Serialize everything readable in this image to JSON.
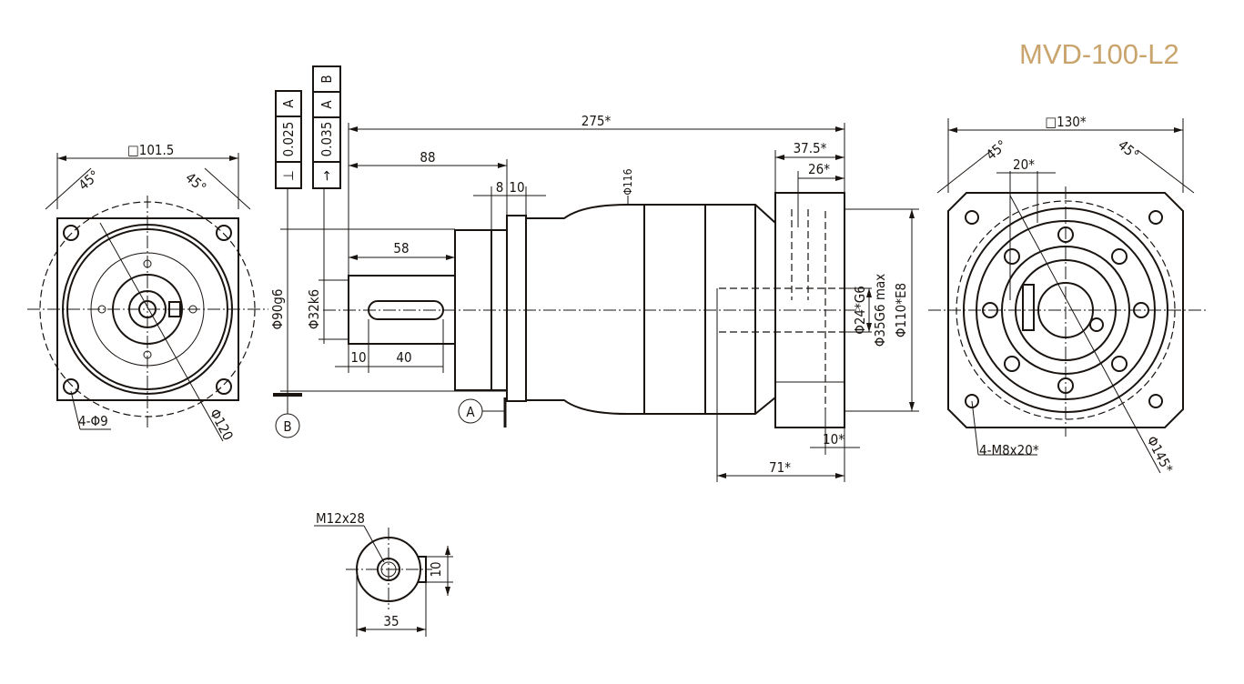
{
  "title": "MVD-100-L2",
  "colors": {
    "title": "#c9a46c",
    "line": "#1a1410"
  },
  "front_view": {
    "square": "□101.5",
    "angle_left": "45°",
    "angle_right": "45°",
    "holes": "4-Φ9",
    "pcd": "Φ120"
  },
  "side_view": {
    "total_length": "275*",
    "length_88": "88",
    "length_8": "8",
    "length_10": "10",
    "shaft_length": "58",
    "key_offset": "10",
    "key_length": "40",
    "pilot_dia": "Φ90g6",
    "shaft_dia": "Φ32k6",
    "body_dia": "Φ116",
    "out_37": "37.5*",
    "out_26": "26*",
    "bore_24": "Φ24*G6",
    "bore_35": "Φ35G6 max",
    "pilot_110": "Φ110*E8",
    "depth_10": "10*",
    "length_71": "71*",
    "tol_perp": {
      "symbol": "⊥",
      "value": "0.025",
      "datum": "A"
    },
    "tol_runout": {
      "symbol": "↗",
      "value": "0.035",
      "datum1": "A",
      "datum2": "B"
    },
    "datum_a": "A",
    "datum_b": "B"
  },
  "rear_view": {
    "square": "□130*",
    "angle_left": "45°",
    "angle_right": "45°",
    "key_width": "20*",
    "threads": "4-M8x20*",
    "pcd": "Φ145*"
  },
  "shaft_section": {
    "thread": "M12x28",
    "key_height": "10",
    "width": "35"
  }
}
